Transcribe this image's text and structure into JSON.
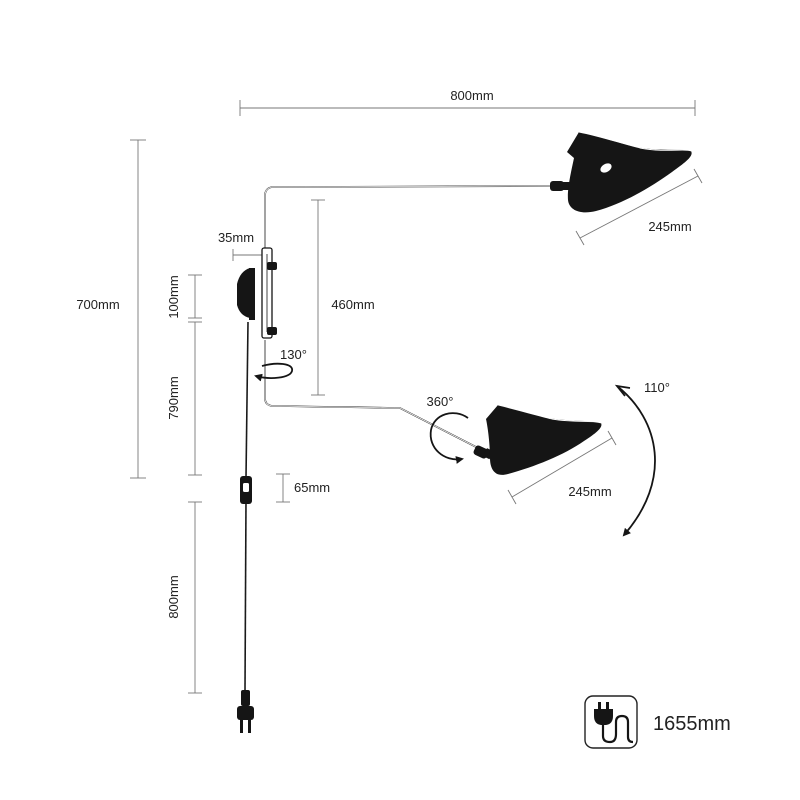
{
  "dimensions": {
    "total_width": "800mm",
    "shade_top": "245mm",
    "shade_bottom": "245mm",
    "total_height": "700mm",
    "plate_offset": "35mm",
    "upper_height": "100mm",
    "arm_vertical": "460mm",
    "lower_height": "790mm",
    "switch_offset": "65mm",
    "cable_lower": "800mm"
  },
  "angles": {
    "arm_rotation": "130°",
    "shade_rotation": "360°",
    "shade_tilt": "110°"
  },
  "cable_length": "1655mm",
  "icons": {
    "plug": "plug-cable-icon"
  }
}
